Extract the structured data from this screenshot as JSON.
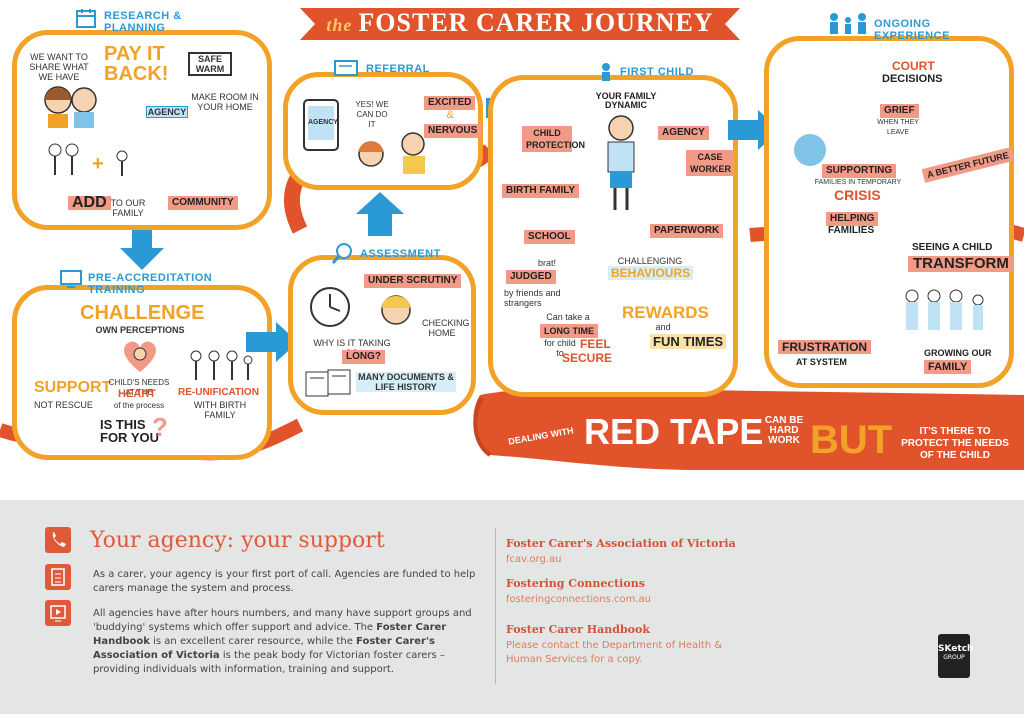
{
  "header": {
    "the": "the",
    "title": "FOSTER CARER JOURNEY"
  },
  "research": {
    "title": "RESEARCH & PLANNING",
    "we_want": "WE WANT TO SHARE WHAT WE HAVE",
    "pay_it_back": "PAY IT BACK!",
    "safe_warm": "SAFE WARM",
    "make_room": "MAKE ROOM IN YOUR HOME",
    "agency_sign": "AGENCY",
    "add": "ADD",
    "to_our_family": "TO OUR FAMILY",
    "community": "COMMUNITY"
  },
  "referral": {
    "title": "REFERRAL",
    "agency": "AGENCY",
    "yes": "YES! WE CAN DO IT",
    "excited": "EXCITED",
    "amp": "&",
    "nervous": "NERVOUS"
  },
  "first_child": {
    "title": "FIRST CHILD",
    "family_dynamic": "YOUR FAMILY DYNAMIC",
    "child_protection": "CHILD PROTECTION",
    "agency": "AGENCY",
    "case_worker": "CASE WORKER",
    "birth_family": "BIRTH FAMILY",
    "school": "SCHOOL",
    "paperwork": "PAPERWORK",
    "brat": "brat!",
    "judged": "JUDGED",
    "by_friends": "by friends and strangers",
    "challenging": "CHALLENGING",
    "behaviours": "BEHAVIOURS",
    "can_take": "Can take a",
    "long_time": "LONG TIME",
    "for_child": "for child to",
    "feel": "FEEL",
    "secure": "SECURE",
    "rewards": "REWARDS",
    "and": "and",
    "fun_times": "FUN TIMES"
  },
  "pre_accreditation": {
    "title": "PRE-ACCREDITATION TRAINING",
    "challenge": "CHALLENGE",
    "own_perceptions": "OWN PERCEPTIONS",
    "support": "SUPPORT",
    "not_rescue": "NOT RESCUE",
    "childs_needs": "CHILD'S NEEDS at the",
    "heart": "HEART",
    "of_process": "of the process",
    "reunification": "RE-UNIFICATION",
    "with_birth": "with BIRTH FAMILY",
    "is_this": "IS THIS FOR YOU",
    "qmark": "?"
  },
  "assessment": {
    "title": "ASSESSMENT",
    "under_scrutiny": "UNDER SCRUTINY",
    "why_taking": "WHY IS IT TAKING SO",
    "long": "LONG?",
    "checking_home": "CHECKING HOME",
    "many_documents": "MANY DOCUMENTS & LIFE HISTORY"
  },
  "ongoing": {
    "title": "ONGOING EXPERIENCE",
    "court": "COURT",
    "decisions": "DECISIONS",
    "grief": "GRIEF",
    "when_leave": "WHEN THEY LEAVE",
    "supporting": "SUPPORTING",
    "families_temp": "FAMILIES IN TEMPORARY",
    "crisis": "CRISIS",
    "better_future": "A BETTER FUTURE",
    "helping": "HELPING",
    "families": "FAMILIES",
    "seeing_child": "SEEING A CHILD",
    "transform": "TRANSFORM",
    "frustration": "FRUSTRATION",
    "at_system": "AT SYSTEM",
    "growing_our": "GROWING OUR",
    "family": "FAMILY"
  },
  "red_tape": {
    "dealing_with": "DEALING WITH",
    "red_tape": "RED TAPE",
    "can_be": "CAN BE HARD WORK",
    "but": "BUT",
    "protect": "IT'S THERE TO PROTECT THE NEEDS OF THE CHILD"
  },
  "info": {
    "heading": "Your agency: your support",
    "para1": "As a carer, your agency is your first port of call. Agencies are funded to help carers manage the system and process.",
    "para2a": "All agencies have after hours numbers, and many have support groups and 'buddying' systems which offer support and advice. The ",
    "para2b": "Foster Carer Handbook",
    "para2c": " is an excellent carer resource, while the ",
    "para2d": "Foster Carer's Association of Victoria",
    "para2e": " is the peak body for Victorian foster carers – providing individuals with information, training and support.",
    "orgs": [
      {
        "name": "Foster Carer's Association of Victoria",
        "line1": "fcav.org.au",
        "line2": ""
      },
      {
        "name": "Fostering Connections",
        "line1": "fosteringconnections.com.au",
        "line2": ""
      },
      {
        "name": "Foster Carer Handbook",
        "line1": "Please contact the Department of Health &",
        "line2": "Human Services for a copy."
      }
    ],
    "logo_top": "SKetch",
    "logo_bottom": "GROUP"
  },
  "colors": {
    "orange": "#f2a327",
    "red": "#e0532b",
    "blue": "#2a9ad6",
    "salmon": "#f39a87",
    "grey": "#e4e6e5"
  },
  "icons": [
    "calendar-icon",
    "sign-icon",
    "child-icon",
    "family-icon",
    "screen-icon",
    "magnifier-icon",
    "phone-icon",
    "checklist-icon",
    "video-icon"
  ]
}
